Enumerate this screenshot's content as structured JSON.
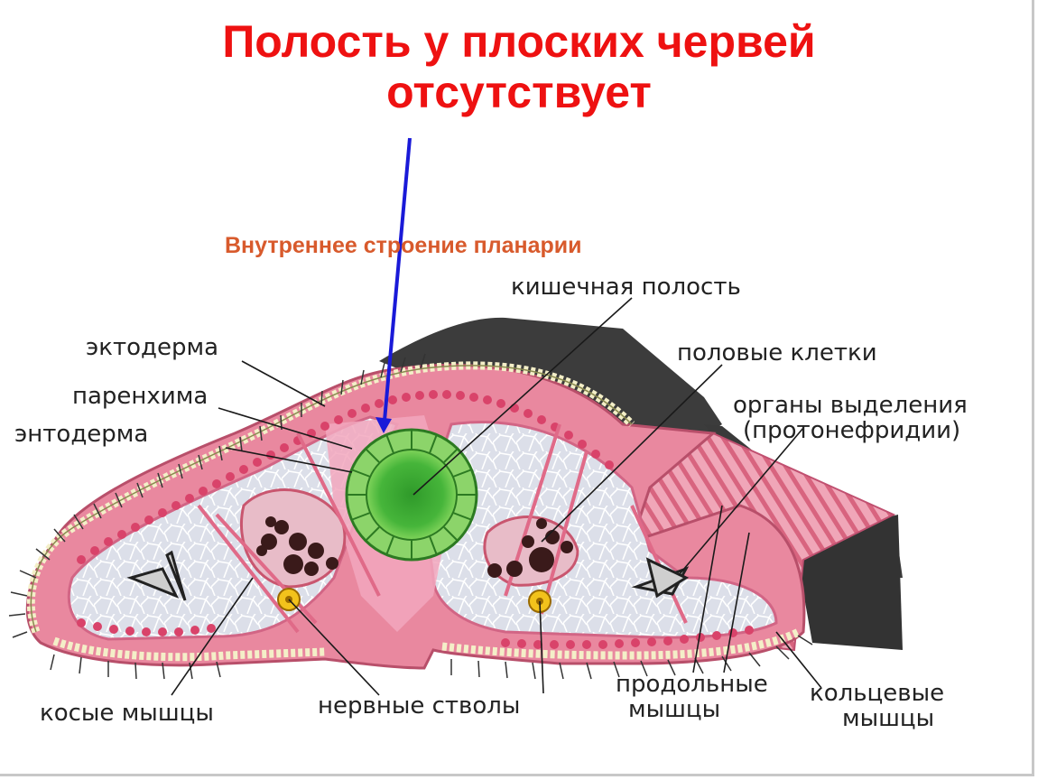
{
  "title": {
    "line1": "Полость  у плоских червей",
    "line2": "отсутствует"
  },
  "diagram": {
    "subtitle": "Внутреннее строение планарии",
    "labels": {
      "intestinal_cavity": "кишечная полость",
      "ectoderm": "эктодерма",
      "sex_cells": "половые клетки",
      "parenchyma": "паренхима",
      "excretory_organs_1": "органы выделения",
      "excretory_organs_2": "(протонефридии)",
      "endoderm": "энтодерма",
      "oblique_muscles": "косые мышцы",
      "nerve_trunks": "нервные стволы",
      "longitudinal_muscles_1": "продольные",
      "longitudinal_muscles_2": "мышцы",
      "ring_muscles_1": "кольцевые",
      "ring_muscles_2": "мышцы"
    }
  },
  "colors": {
    "title": "#ee1111",
    "subtitle": "#d85a2c",
    "arrow": "#1a1ad8",
    "body_pink": "#e9889f",
    "parenchyma": "#dcdde8",
    "intestine_green": "#4dbb3a",
    "cilia": "#3a3a3a"
  }
}
